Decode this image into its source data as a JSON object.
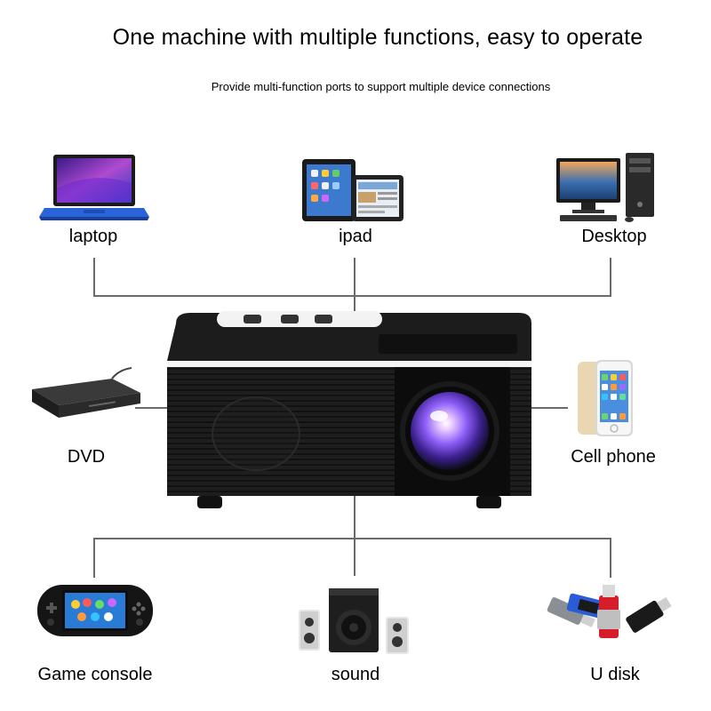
{
  "header": {
    "title": "One machine with multiple functions, easy to operate",
    "subtitle": "Provide multi-function ports to support multiple device connections"
  },
  "devices": {
    "laptop": {
      "label": "laptop",
      "icon": "laptop-icon"
    },
    "ipad": {
      "label": "ipad",
      "icon": "tablet-icon"
    },
    "desktop": {
      "label": "Desktop",
      "icon": "desktop-computer-icon"
    },
    "dvd": {
      "label": "DVD",
      "icon": "dvd-player-icon"
    },
    "cellphone": {
      "label": "Cell phone",
      "icon": "smartphone-icon"
    },
    "game_console": {
      "label": "Game console",
      "icon": "handheld-game-console-icon"
    },
    "sound": {
      "label": "sound",
      "icon": "speakers-icon"
    },
    "udisk": {
      "label": "U disk",
      "icon": "usb-flash-drive-icon"
    }
  },
  "product": {
    "icon": "mini-projector-icon"
  },
  "colors": {
    "projector_body": "#1c1c1c",
    "connector_line": "#6b6b6b",
    "lens_glow": "#8b5cf6"
  }
}
